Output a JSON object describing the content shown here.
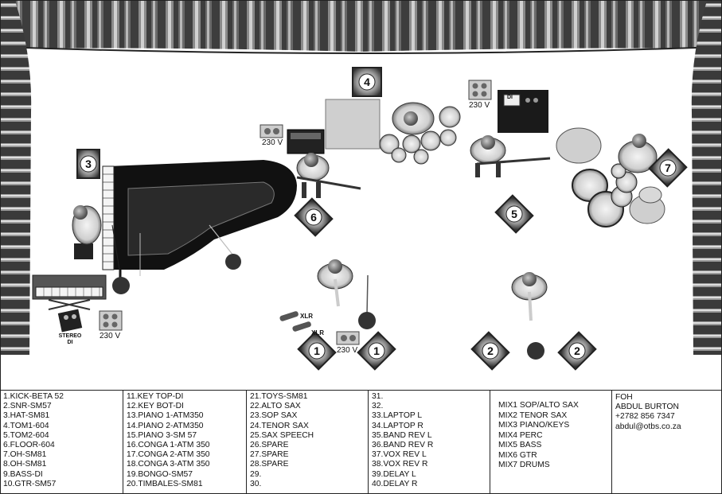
{
  "stage": {
    "monitors": [
      "1",
      "1",
      "2",
      "2",
      "3",
      "4",
      "5",
      "6",
      "7"
    ],
    "power_label": "230 V",
    "xlr_label": "XLR",
    "stereo_di_label": "STEREO DI",
    "amp_di_label": "DI"
  },
  "channels": {
    "col1": [
      "1.KICK-BETA 52",
      "2.SNR-SM57",
      "3.HAT-SM81",
      "4.TOM1-604",
      "5.TOM2-604",
      "6.FLOOR-604",
      "7.OH-SM81",
      "8.OH-SM81",
      "9.BASS-DI",
      "10.GTR-SM57"
    ],
    "col2": [
      "11.KEY TOP-DI",
      "12.KEY BOT-DI",
      "13.PIANO 1-ATM350",
      "14.PIANO 2-ATM350",
      "15.PIANO 3-SM 57",
      "16.CONGA 1-ATM 350",
      "17.CONGA 2-ATM 350",
      "18.CONGA 3-ATM 350",
      "19.BONGO-SM57",
      "20.TIMBALES-SM81"
    ],
    "col3": [
      "21.TOYS-SM81",
      "22.ALTO SAX",
      "23.SOP SAX",
      "24.TENOR SAX",
      "25.SAX SPEECH",
      "26.SPARE",
      "27.SPARE",
      "28.SPARE",
      "29.",
      "30."
    ],
    "col4": [
      "31.",
      "32.",
      "33.LAPTOP L",
      "34.LAPTOP R",
      "35.BAND REV L",
      "36.BAND REV R",
      "37.VOX REV L",
      "38.VOX REV R",
      "39.DELAY L",
      "40.DELAY R"
    ]
  },
  "mixes": [
    "MIX1 SOP/ALTO SAX",
    "MIX2 TENOR SAX",
    "MIX3 PIANO/KEYS",
    "MIX4 PERC",
    "MIX5 BASS",
    "MIX6 GTR",
    "MIX7 DRUMS"
  ],
  "foh": [
    "FOH",
    "ABDUL BURTON",
    "+2782 856 7347",
    "abdul@otbs.co.za"
  ]
}
